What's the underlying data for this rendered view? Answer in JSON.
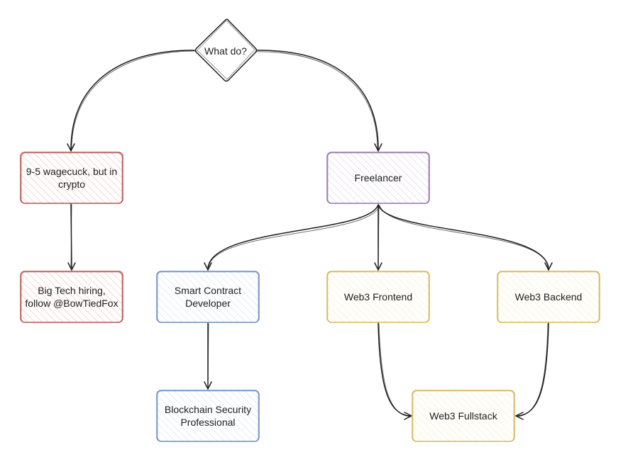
{
  "nodes": {
    "decision": {
      "label": "What do?",
      "shape": "diamond"
    },
    "wagecuck": {
      "label": "9-5 wagecuck, but in crypto",
      "stroke": "#b85450",
      "fill": "#f8cecc"
    },
    "bigtech": {
      "label": "Big Tech hiring, follow @BowTiedFox",
      "stroke": "#b85450",
      "fill": "#f8cecc"
    },
    "freelancer": {
      "label": "Freelancer",
      "stroke": "#9673a6",
      "fill": "#e1d5e7"
    },
    "smart_contract": {
      "label": "Smart Contract Developer",
      "stroke": "#6c8ebf",
      "fill": "#dae8fc"
    },
    "blockchain_security": {
      "label": "Blockchain Security Professional",
      "stroke": "#6c8ebf",
      "fill": "#dae8fc"
    },
    "web3_frontend": {
      "label": "Web3 Frontend",
      "stroke": "#d6b656",
      "fill": "#fff2cc"
    },
    "web3_backend": {
      "label": "Web3 Backend",
      "stroke": "#d6b656",
      "fill": "#fff2cc"
    },
    "web3_fullstack": {
      "label": "Web3 Fullstack",
      "stroke": "#d6b656",
      "fill": "#fff2cc"
    }
  },
  "edges": [
    {
      "from": "decision",
      "to": "wagecuck"
    },
    {
      "from": "decision",
      "to": "freelancer"
    },
    {
      "from": "wagecuck",
      "to": "bigtech"
    },
    {
      "from": "freelancer",
      "to": "smart_contract"
    },
    {
      "from": "freelancer",
      "to": "web3_frontend"
    },
    {
      "from": "freelancer",
      "to": "web3_backend"
    },
    {
      "from": "smart_contract",
      "to": "blockchain_security"
    },
    {
      "from": "web3_frontend",
      "to": "web3_fullstack"
    },
    {
      "from": "web3_backend",
      "to": "web3_fullstack"
    }
  ],
  "colors": {
    "line": "#1e1e1e",
    "text": "#1e1e1e"
  }
}
